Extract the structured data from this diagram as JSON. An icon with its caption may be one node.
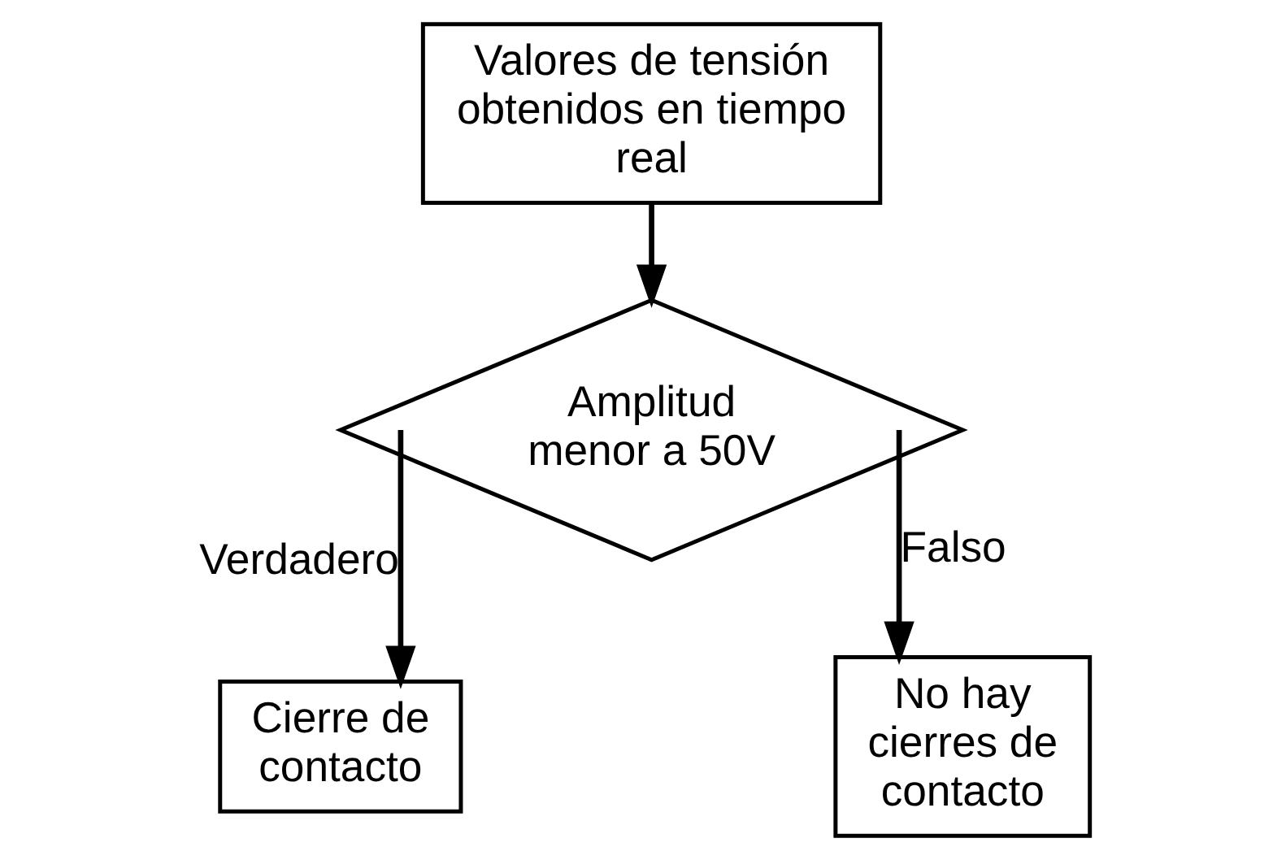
{
  "diagram": {
    "nodes": [
      {
        "text": [
          "Valores de tensión obtenidos en tiempo real"
        ]
      },
      {
        "text": [
          "Amplitud menor a 50V"
        ]
      },
      {
        "text": [
          "Cierre de contacto"
        ]
      },
      {
        "text": [
          "No hay cierres de contacto"
        ]
      }
    ],
    "edges": [
      {
        "from": 0,
        "to": 1,
        "arrow": "to"
      },
      {
        "from": 1,
        "to": 2,
        "arrow": "to",
        "label": "Verdadero"
      },
      {
        "from": 1,
        "to": 3,
        "arrow": "to",
        "label": "Falso"
      }
    ]
  }
}
